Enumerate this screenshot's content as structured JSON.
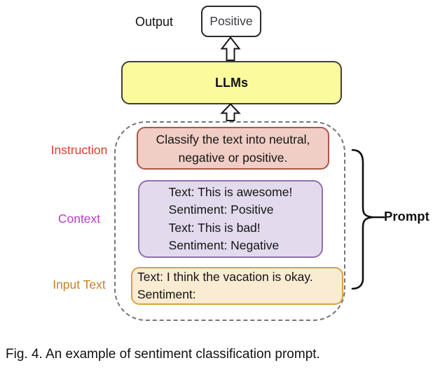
{
  "diagram": {
    "output_label": "Output",
    "output_value": "Positive",
    "model_label": "LLMs",
    "prompt_label": "Prompt",
    "instruction": {
      "label": "Instruction",
      "lines": [
        "Classify the text into neutral,",
        "negative or positive."
      ]
    },
    "context": {
      "label": "Context",
      "lines": [
        "Text: This is awesome!",
        "Sentiment: Positive",
        "Text: This is bad!",
        "Sentiment: Negative"
      ]
    },
    "input_text": {
      "label": "Input Text",
      "lines": [
        "Text: I think the vacation is okay.",
        "Sentiment:"
      ]
    },
    "icons": {
      "arrow_to_output": "up-block-arrow",
      "arrow_to_llm": "up-block-arrow",
      "brace": "right-curly-brace"
    },
    "colors": {
      "llm_box_fill": "#fbfb9d",
      "llm_box_border": "#3f3f3f",
      "instruction_fill": "#f1cec5",
      "instruction_border": "#b05548",
      "instruction_label": "#e8392b",
      "context_fill": "#e3daee",
      "context_border": "#8f6faf",
      "context_label": "#ba3aca",
      "input_fill": "#faebd3",
      "input_border": "#d8a23e",
      "input_label": "#c5802d",
      "dashed_container_border": "#767676",
      "arrow_outline": "#1a1a1a"
    }
  },
  "caption": "Fig. 4. An example of sentiment classification prompt."
}
